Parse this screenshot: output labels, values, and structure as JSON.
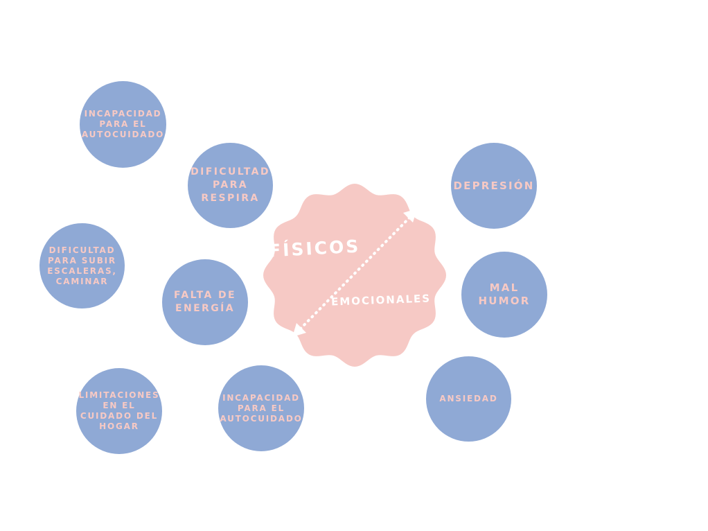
{
  "center": {
    "physical_label": "FÍSICOS",
    "emotional_label": "EMOCIONALES",
    "arrow_icon": "double-arrow-icon"
  },
  "physical": {
    "autocare_top": "INCAPACIDAD\nPARA EL\nAUTOCUIDADO",
    "breathing": "DIFICULTAD\nPARA\nRESPIRA",
    "stairs": "DIFICULTAD\nPARA SUBIR\nESCALERAS,\nCAMINAR",
    "energy": "FALTA DE\nENERGÍA",
    "home": "LIMITACIONES\nEN EL\nCUIDADO DEL\nHOGAR",
    "autocare_bottom": "INCAPACIDAD\nPARA EL\nAUTOCUIDADO"
  },
  "emotional": {
    "depression": "DEPRESIÓN",
    "mood": "MAL HUMOR",
    "anxiety": "ANSIEDAD"
  },
  "colors": {
    "bubble": "#8fa9d5",
    "bubble_text": "#f7c9c4",
    "center": "#f6c9c5",
    "center_text": "#ffffff"
  }
}
